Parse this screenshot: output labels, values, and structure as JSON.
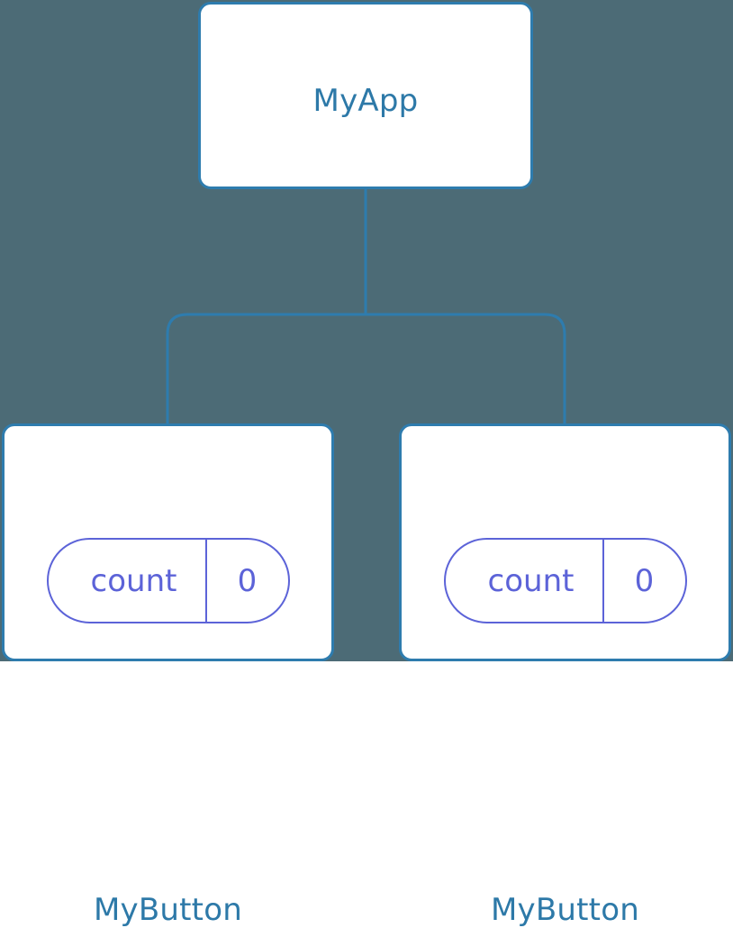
{
  "canvas": {
    "background_color": "#4c6b76",
    "node_border_color": "#2e7cae",
    "node_fill_color": "#ffffff",
    "node_label_color": "#2d79a8",
    "pill_color": "#5c63d8",
    "connector_color": "#2e7cae"
  },
  "tree": {
    "root": {
      "label": "MyApp"
    },
    "children": [
      {
        "label": "MyButton",
        "state": {
          "key": "count",
          "value": "0"
        }
      },
      {
        "label": "MyButton",
        "state": {
          "key": "count",
          "value": "0"
        }
      }
    ]
  }
}
